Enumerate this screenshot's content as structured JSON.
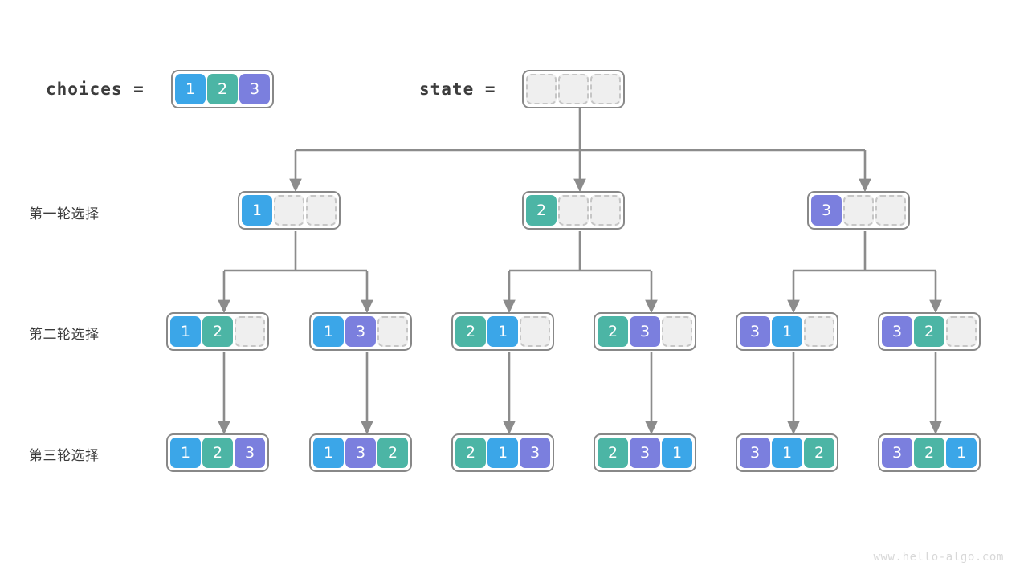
{
  "header": {
    "choices_label": "choices =",
    "choices_cells": [
      "1",
      "2",
      "3"
    ],
    "state_label": "state =",
    "state_cells": [
      "",
      "",
      ""
    ]
  },
  "row_labels": {
    "round1": "第一轮选择",
    "round2": "第二轮选择",
    "round3": "第三轮选择"
  },
  "colors": {
    "value1": "#3ba6e8",
    "value2": "#4cb5a5",
    "value3": "#7b7fde",
    "empty_fill": "#efefef",
    "empty_border": "#c6c6c6",
    "group_border": "#888888",
    "edge": "#8c8c8c",
    "text": "#3c3c3c",
    "watermark": "#d8d8d8"
  },
  "tree": {
    "root": {
      "cells": [
        "",
        "",
        ""
      ]
    },
    "level1": [
      {
        "cells": [
          "1",
          "",
          ""
        ]
      },
      {
        "cells": [
          "2",
          "",
          ""
        ]
      },
      {
        "cells": [
          "3",
          "",
          ""
        ]
      }
    ],
    "level2": [
      {
        "cells": [
          "1",
          "2",
          ""
        ]
      },
      {
        "cells": [
          "1",
          "3",
          ""
        ]
      },
      {
        "cells": [
          "2",
          "1",
          ""
        ]
      },
      {
        "cells": [
          "2",
          "3",
          ""
        ]
      },
      {
        "cells": [
          "3",
          "1",
          ""
        ]
      },
      {
        "cells": [
          "3",
          "2",
          ""
        ]
      }
    ],
    "level3": [
      {
        "cells": [
          "1",
          "2",
          "3"
        ]
      },
      {
        "cells": [
          "1",
          "3",
          "2"
        ]
      },
      {
        "cells": [
          "2",
          "1",
          "3"
        ]
      },
      {
        "cells": [
          "2",
          "3",
          "1"
        ]
      },
      {
        "cells": [
          "3",
          "1",
          "2"
        ]
      },
      {
        "cells": [
          "3",
          "2",
          "1"
        ]
      }
    ]
  },
  "footer": {
    "watermark": "www.hello-algo.com"
  }
}
